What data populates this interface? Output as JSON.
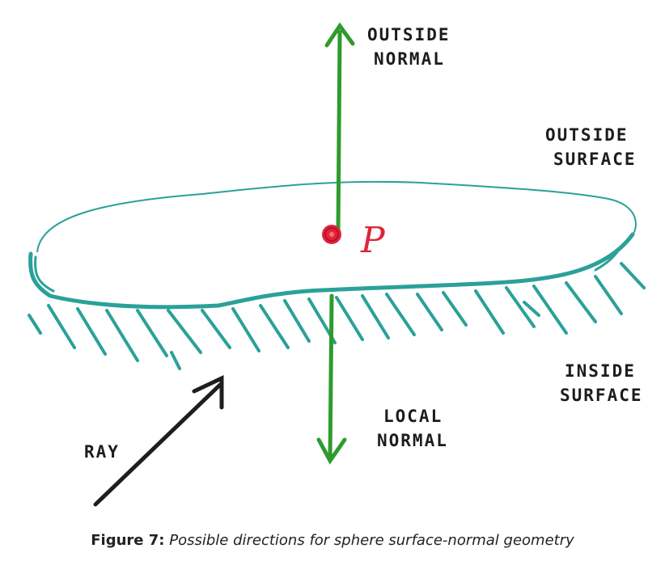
{
  "labels": {
    "outside_normal": [
      "OUTSIDE",
      "NORMAL"
    ],
    "outside_surface": [
      "OUTSIDE",
      "SURFACE"
    ],
    "point": "P",
    "inside_surface": [
      "INSIDE",
      "SURFACE"
    ],
    "local_normal": [
      "LOCAL",
      "NORMAL"
    ],
    "ray": "RAY"
  },
  "caption": {
    "number": "Figure 7:",
    "text": "Possible directions for sphere surface-normal geometry"
  },
  "colors": {
    "surface": "#2aa199",
    "normal_arrow": "#2e9b2e",
    "point": "#e0243a",
    "ray": "#1e1e1e"
  }
}
